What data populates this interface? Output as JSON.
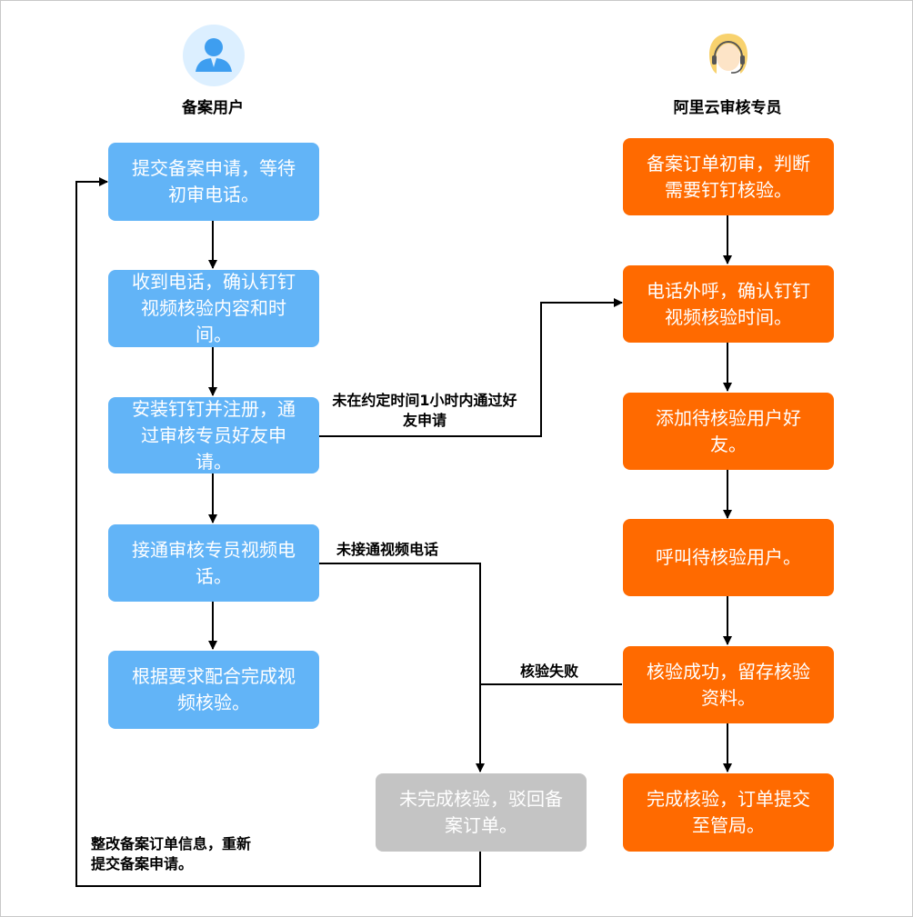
{
  "roles": {
    "user": "备案用户",
    "reviewer": "阿里云审核专员"
  },
  "user_steps": [
    "提交备案申请，等待初审电话。",
    "收到电话，确认钉钉视频核验内容和时间。",
    "安装钉钉并注册，通过审核专员好友申请。",
    "接通审核专员视频电话。",
    "根据要求配合完成视频核验。"
  ],
  "reviewer_steps": [
    "备案订单初审，判断需要钉钉核验。",
    "电话外呼，确认钉钉视频核验时间。",
    "添加待核验用户好友。",
    "呼叫待核验用户。",
    "核验成功，留存核验资料。",
    "完成核验，订单提交至管局。"
  ],
  "fail_box": "未完成核验，驳回备案订单。",
  "edge_labels": {
    "friend_timeout": "未在约定时间1小时内通过好友申请",
    "no_video": "未接通视频电话",
    "verify_fail": "核验失败",
    "resubmit": "整改备案订单信息，重新提交备案申请。"
  },
  "colors": {
    "user_box": "#62b4f7",
    "reviewer_box": "#ff6a00",
    "fail_box": "#c4c4c4",
    "user_icon_bg": "#dcefff",
    "reviewer_icon_hair": "#f8d26e"
  },
  "icons": {
    "user": "user-avatar-icon",
    "reviewer": "headset-agent-icon"
  }
}
